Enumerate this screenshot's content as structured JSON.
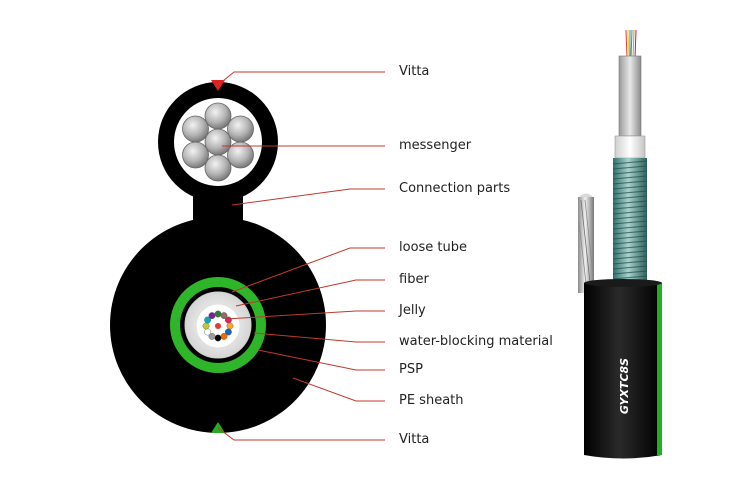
{
  "labels": [
    {
      "id": "vitta-top",
      "text": "Vitta"
    },
    {
      "id": "messenger",
      "text": "messenger"
    },
    {
      "id": "connection-parts",
      "text": "Connection parts"
    },
    {
      "id": "loose-tube",
      "text": "loose tube"
    },
    {
      "id": "fiber",
      "text": "fiber"
    },
    {
      "id": "jelly",
      "text": "Jelly"
    },
    {
      "id": "water-blocking-material",
      "text": "water-blocking material"
    },
    {
      "id": "psp",
      "text": "PSP"
    },
    {
      "id": "pe-sheath",
      "text": "PE sheath"
    },
    {
      "id": "vitta-bottom",
      "text": "Vitta"
    }
  ],
  "cable_marking": "GYXTC8S",
  "colors": {
    "leader_line": "#c0392b",
    "sheath": "#000000",
    "psp_green": "#2fb52a",
    "vitta_top": "#e02020",
    "vitta_bottom": "#21b021",
    "armor_teal": "#4f8f8a"
  },
  "fiber_colors": [
    "#2e7d32",
    "#8d6e63",
    "#e91e63",
    "#f9a825",
    "#1565c0",
    "#ef6c00",
    "#000000",
    "#9e9e9e",
    "#ffffff",
    "#c0ca33",
    "#00acc1",
    "#7b1fa2"
  ]
}
